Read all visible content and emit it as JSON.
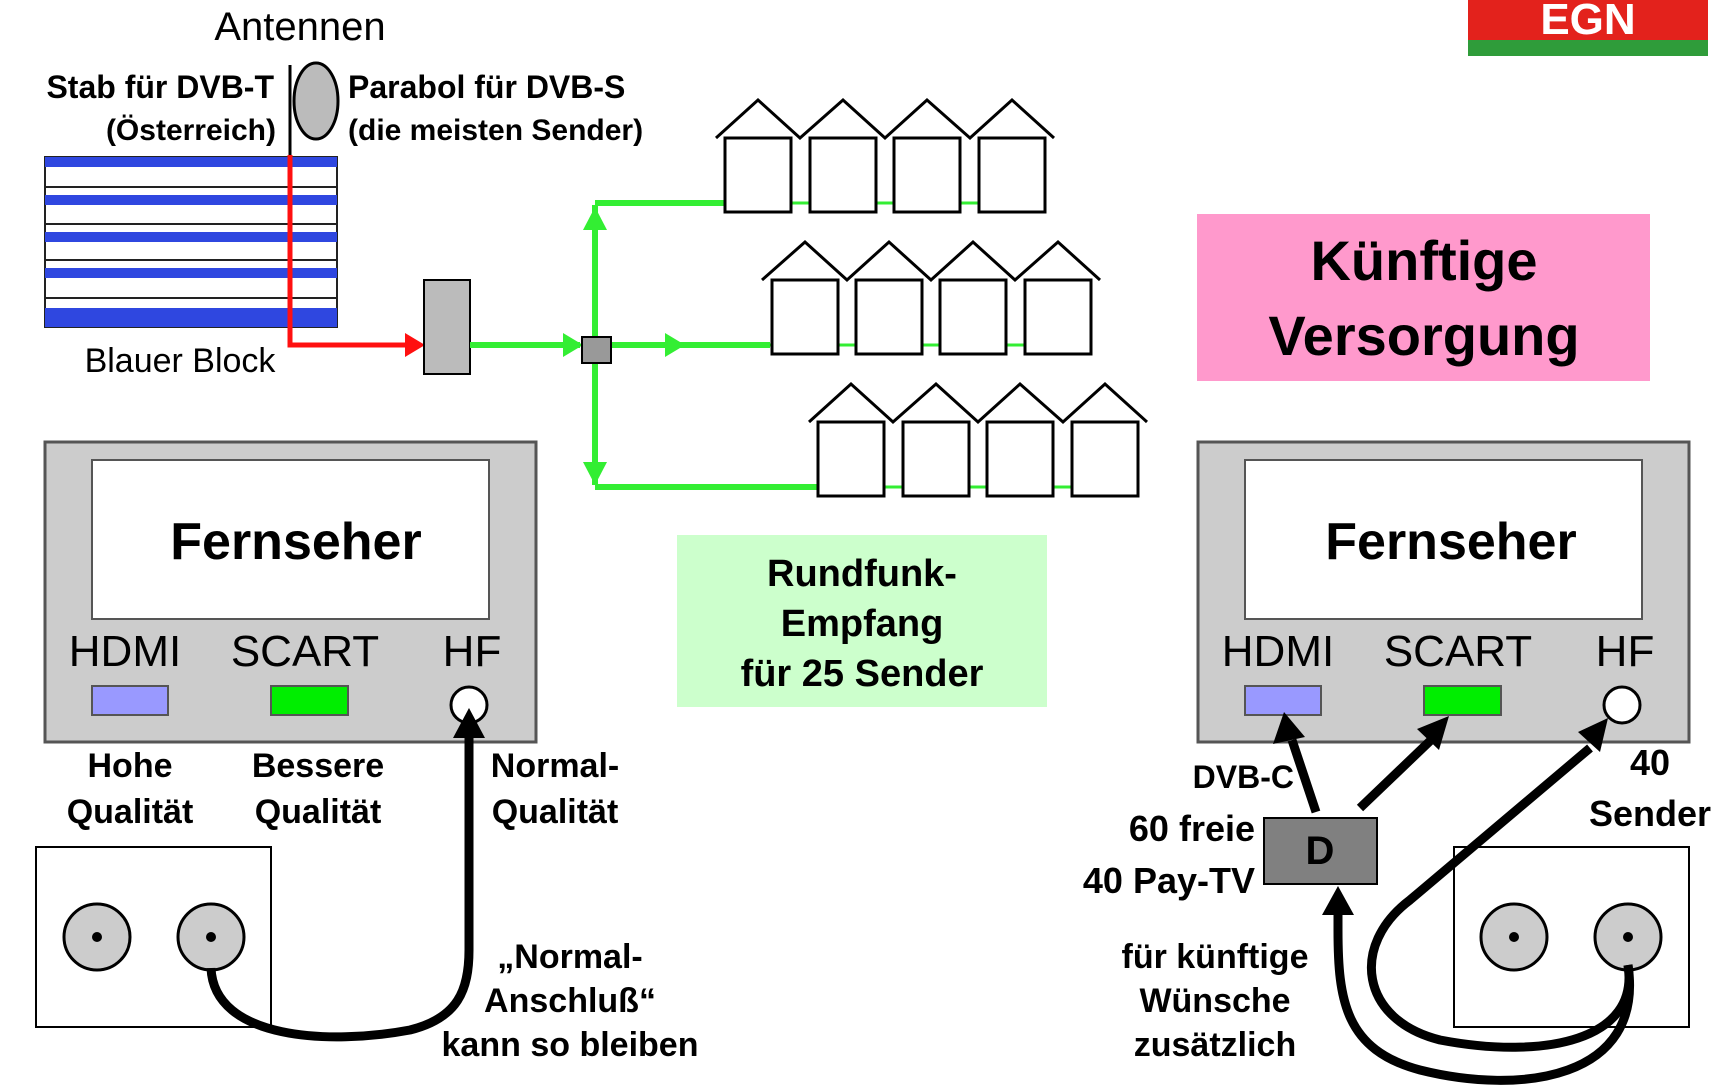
{
  "logo": {
    "text": "EGN",
    "red": "#e3221c",
    "green": "#2f9c3a"
  },
  "antenna": {
    "title": "Antennen",
    "rod_label": "Stab für DVB-T",
    "rod_sub": "(Österreich)",
    "dish_label": "Parabol für DVB-S",
    "dish_sub": "(die meisten Sender)"
  },
  "building": {
    "label": "Blauer Block",
    "stripe_color": "#2f47e0"
  },
  "distribution": {
    "line_color": "#33ee33",
    "feed_color": "#ff1010"
  },
  "broadcast_box": {
    "line1": "Rundfunk-",
    "line2": "Empfang",
    "line3": "für 25 Sender",
    "bg": "#ccffcc"
  },
  "future_box": {
    "line1": "Künftige",
    "line2": "Versorgung",
    "bg": "#ff99cc"
  },
  "tv_left": {
    "title": "Fernseher",
    "ports": [
      "HDMI",
      "SCART",
      "HF"
    ],
    "q_hdmi_1": "Hohe",
    "q_hdmi_2": "Qualität",
    "q_scart_1": "Bessere",
    "q_scart_2": "Qualität",
    "q_hf_1": "Normal-",
    "q_hf_2": "Qualität"
  },
  "left_note": {
    "line1": "„Normal-",
    "line2": "Anschluß“",
    "line3": "kann so bleiben"
  },
  "tv_right": {
    "title": "Fernseher",
    "ports": [
      "HDMI",
      "SCART",
      "HF"
    ]
  },
  "decoder": {
    "letter": "D",
    "dvbc": "DVB-C",
    "free": "60 freie",
    "pay": "40 Pay-TV",
    "hf_1": "40",
    "hf_2": "Sender",
    "note1": "für künftige",
    "note2": "Wünsche",
    "note3": "zusätzlich"
  },
  "colors": {
    "hdmi": "#9999ff",
    "scart": "#00ee00",
    "tv_body": "#cccccc",
    "decoder": "#808080"
  }
}
